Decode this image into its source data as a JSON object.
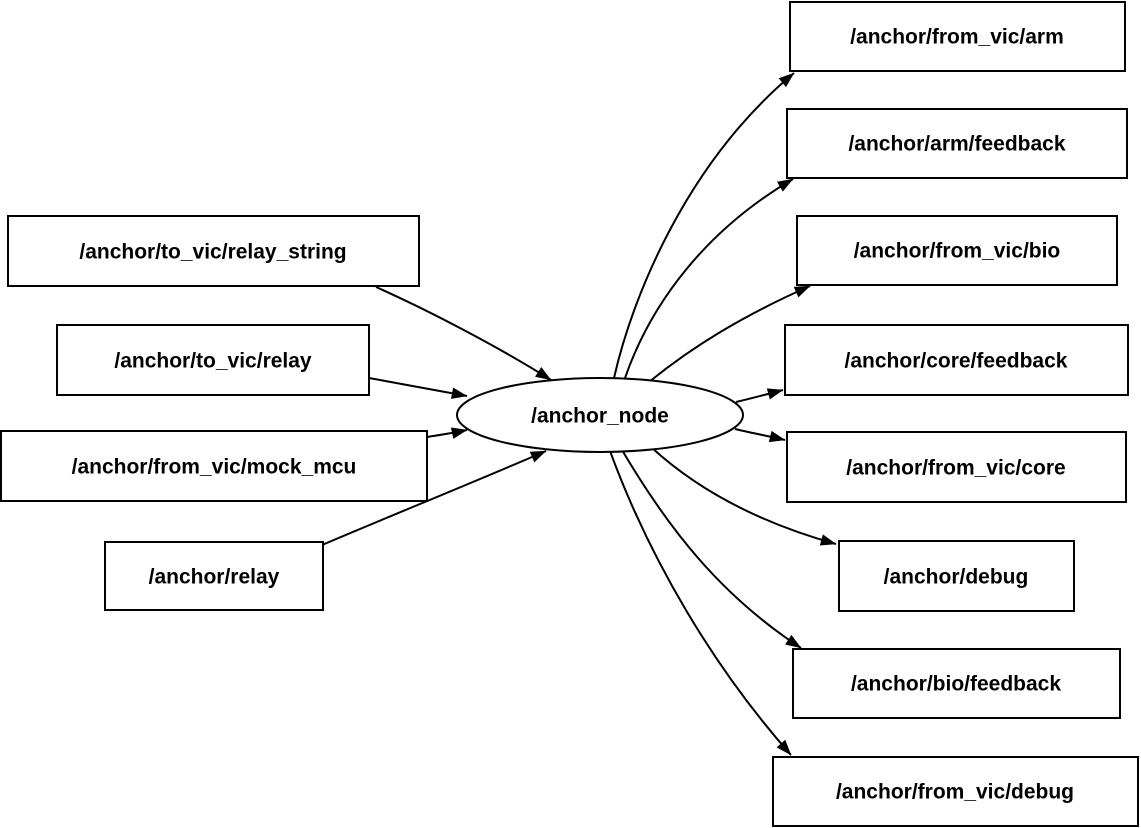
{
  "graph": {
    "type": "ros-node-graph",
    "background_color": "#ffffff",
    "stroke_color": "#000000",
    "node_fill_color": "#ffffff",
    "center_node": {
      "label": "/anchor_node",
      "shape": "ellipse"
    },
    "subscribed_topics": [
      {
        "label": "/anchor/to_vic/relay_string"
      },
      {
        "label": "/anchor/to_vic/relay"
      },
      {
        "label": "/anchor/from_vic/mock_mcu"
      },
      {
        "label": "/anchor/relay"
      }
    ],
    "published_topics": [
      {
        "label": "/anchor/from_vic/arm"
      },
      {
        "label": "/anchor/arm/feedback"
      },
      {
        "label": "/anchor/from_vic/bio"
      },
      {
        "label": "/anchor/core/feedback"
      },
      {
        "label": "/anchor/from_vic/core"
      },
      {
        "label": "/anchor/debug"
      },
      {
        "label": "/anchor/bio/feedback"
      },
      {
        "label": "/anchor/from_vic/debug"
      }
    ],
    "edges": [
      {
        "from": "/anchor/to_vic/relay_string",
        "to": "/anchor_node"
      },
      {
        "from": "/anchor/to_vic/relay",
        "to": "/anchor_node"
      },
      {
        "from": "/anchor/from_vic/mock_mcu",
        "to": "/anchor_node"
      },
      {
        "from": "/anchor/relay",
        "to": "/anchor_node"
      },
      {
        "from": "/anchor_node",
        "to": "/anchor/from_vic/arm"
      },
      {
        "from": "/anchor_node",
        "to": "/anchor/arm/feedback"
      },
      {
        "from": "/anchor_node",
        "to": "/anchor/from_vic/bio"
      },
      {
        "from": "/anchor_node",
        "to": "/anchor/core/feedback"
      },
      {
        "from": "/anchor_node",
        "to": "/anchor/from_vic/core"
      },
      {
        "from": "/anchor_node",
        "to": "/anchor/debug"
      },
      {
        "from": "/anchor_node",
        "to": "/anchor/bio/feedback"
      },
      {
        "from": "/anchor_node",
        "to": "/anchor/from_vic/debug"
      }
    ]
  }
}
